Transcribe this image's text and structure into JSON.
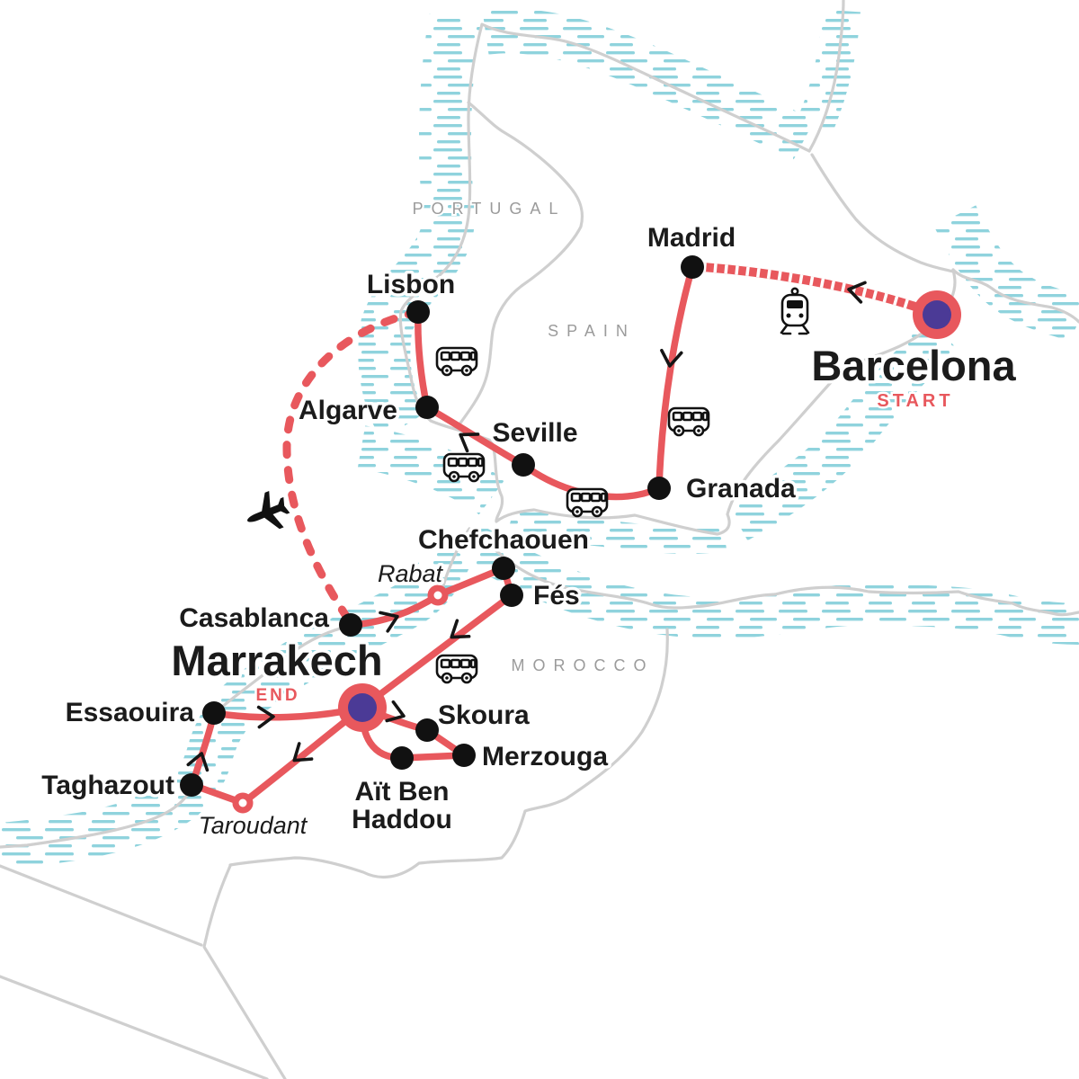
{
  "map": {
    "countries": [
      {
        "name": "PORTUGAL"
      },
      {
        "name": "SPAIN"
      },
      {
        "name": "MOROCCO"
      }
    ],
    "stops": [
      {
        "name": "Barcelona",
        "badge": "START",
        "marker": "terminal"
      },
      {
        "name": "Madrid",
        "marker": "city"
      },
      {
        "name": "Lisbon",
        "marker": "city"
      },
      {
        "name": "Algarve",
        "marker": "city"
      },
      {
        "name": "Seville",
        "marker": "city"
      },
      {
        "name": "Granada",
        "marker": "city"
      },
      {
        "name": "Chefchaouen",
        "marker": "city"
      },
      {
        "name": "Rabat",
        "marker": "waypoint"
      },
      {
        "name": "Fés",
        "marker": "city"
      },
      {
        "name": "Casablanca",
        "marker": "city"
      },
      {
        "name": "Marrakech",
        "badge": "END",
        "marker": "terminal"
      },
      {
        "name": "Essaouira",
        "marker": "city"
      },
      {
        "name": "Taghazout",
        "marker": "city"
      },
      {
        "name": "Taroudant",
        "marker": "waypoint"
      },
      {
        "name": "Skoura",
        "marker": "city"
      },
      {
        "name": "Merzouga",
        "marker": "city"
      },
      {
        "name": "Aït Ben Haddou",
        "marker": "city",
        "label_lines": [
          "Aït Ben",
          "Haddou"
        ]
      }
    ],
    "legs": [
      {
        "from": "Barcelona",
        "to": "Madrid",
        "mode": "train"
      },
      {
        "from": "Madrid",
        "to": "Granada",
        "mode": "bus"
      },
      {
        "from": "Granada",
        "to": "Seville",
        "mode": "bus"
      },
      {
        "from": "Seville",
        "to": "Algarve",
        "mode": "bus"
      },
      {
        "from": "Algarve",
        "to": "Lisbon",
        "mode": "bus"
      },
      {
        "from": "Lisbon",
        "to": "Casablanca",
        "mode": "plane"
      },
      {
        "from": "Casablanca",
        "to": "Rabat",
        "mode": "road"
      },
      {
        "from": "Rabat",
        "to": "Chefchaouen",
        "mode": "road"
      },
      {
        "from": "Chefchaouen",
        "to": "Fés",
        "mode": "road"
      },
      {
        "from": "Fés",
        "to": "Marrakech",
        "mode": "bus"
      },
      {
        "from": "Marrakech",
        "to": "Taroudant",
        "mode": "road"
      },
      {
        "from": "Taroudant",
        "to": "Taghazout",
        "mode": "road"
      },
      {
        "from": "Taghazout",
        "to": "Essaouira",
        "mode": "road"
      },
      {
        "from": "Essaouira",
        "to": "Marrakech",
        "mode": "road"
      },
      {
        "from": "Marrakech",
        "to": "Skoura",
        "mode": "road"
      },
      {
        "from": "Skoura",
        "to": "Merzouga",
        "mode": "road"
      },
      {
        "from": "Merzouga",
        "to": "Aït Ben Haddou",
        "mode": "road"
      },
      {
        "from": "Aït Ben Haddou",
        "to": "Marrakech",
        "mode": "road"
      }
    ],
    "icons": [
      {
        "name": "train-icon"
      },
      {
        "name": "bus-icon"
      },
      {
        "name": "plane-icon"
      }
    ],
    "colors": {
      "route_red": "#e8585d",
      "terminal_purple": "#4b3a96",
      "marker_black": "#111111",
      "coast_gray": "#cfcfcf",
      "sea_hatch_blue": "#8fd3dd",
      "country_label_gray": "#9b9b9b",
      "label_black": "#1b1b1b"
    }
  }
}
